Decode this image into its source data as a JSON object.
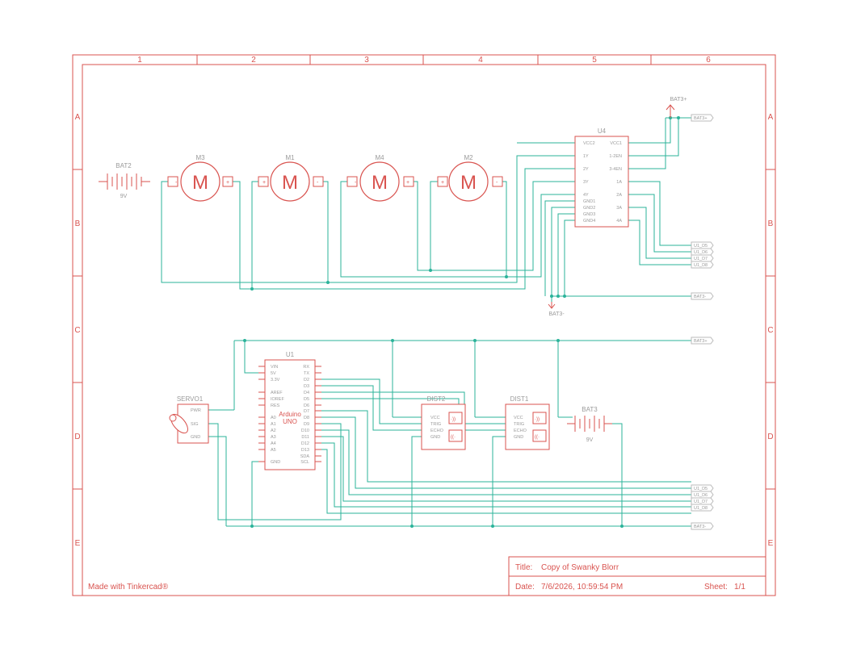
{
  "colors": {
    "frame": "#d9534f",
    "wire": "#2bb39a",
    "node": "#2bb39a",
    "label": "#9a9a9a",
    "part": "#d9534f"
  },
  "frame": {
    "columns": [
      "1",
      "2",
      "3",
      "4",
      "5",
      "6"
    ],
    "rows": [
      "A",
      "B",
      "C",
      "D",
      "E"
    ]
  },
  "footer": {
    "made_with": "Made with Tinkercad®",
    "title_label": "Title:",
    "title_value": "Copy of Swanky Blorr",
    "date_label": "Date:",
    "date_value": "7/6/2026, 10:59:54 PM",
    "sheet_label": "Sheet:",
    "sheet_value": "1/1"
  },
  "parts": {
    "bat2": {
      "ref": "BAT2",
      "value": "9V"
    },
    "bat3": {
      "ref": "BAT3",
      "value": "9V"
    },
    "motors": [
      {
        "ref": "M3",
        "glyph": "M"
      },
      {
        "ref": "M1",
        "glyph": "M"
      },
      {
        "ref": "M4",
        "glyph": "M"
      },
      {
        "ref": "M2",
        "glyph": "M"
      }
    ],
    "u4": {
      "ref": "U4",
      "left_pins": [
        "VCC2",
        "1Y",
        "2Y",
        "3Y",
        "4Y",
        "GND1",
        "GND2",
        "GND3",
        "GND4"
      ],
      "right_pins": [
        "VCC1",
        "1-2EN",
        "3-4EN",
        "1A",
        "2A",
        "3A",
        "4A"
      ]
    },
    "u1": {
      "ref": "U1",
      "logo_line1": "Arduino",
      "logo_line2": "UNO",
      "left_pins": [
        "VIN",
        "5V",
        "3.3V",
        "AREF",
        "IOREF",
        "RES",
        "A0",
        "A1",
        "A2",
        "A3",
        "A4",
        "A5",
        "GND"
      ],
      "right_pins": [
        "RX",
        "TX",
        "D2",
        "D3",
        "D4",
        "D5",
        "D6",
        "D7",
        "D8",
        "D9",
        "D10",
        "D11",
        "D12",
        "D13",
        "SDA",
        "SCL"
      ]
    },
    "servo": {
      "ref": "SERVO1",
      "pins": [
        "PWR",
        "SIG",
        "GND"
      ]
    },
    "dist2": {
      "ref": "DIST2",
      "pins": [
        "VCC",
        "TRIG",
        "ECHO",
        "GND"
      ]
    },
    "dist1": {
      "ref": "DIST1",
      "pins": [
        "VCC",
        "TRIG",
        "ECHO",
        "GND"
      ]
    }
  },
  "nets": {
    "bat3_plus_arrow": "BAT3+",
    "bat3_minus_arrow": "BAT3-",
    "top_plus": "BAT3+",
    "top_ports": [
      "U1_D5",
      "U1_D6",
      "U1_D7",
      "U1_D8"
    ],
    "top_minus": "BAT3-",
    "bottom_plus": "BAT3+",
    "bottom_ports": [
      "U1_D5",
      "U1_D6",
      "U1_D7",
      "U1_D8"
    ],
    "bottom_minus": "BAT3-"
  }
}
